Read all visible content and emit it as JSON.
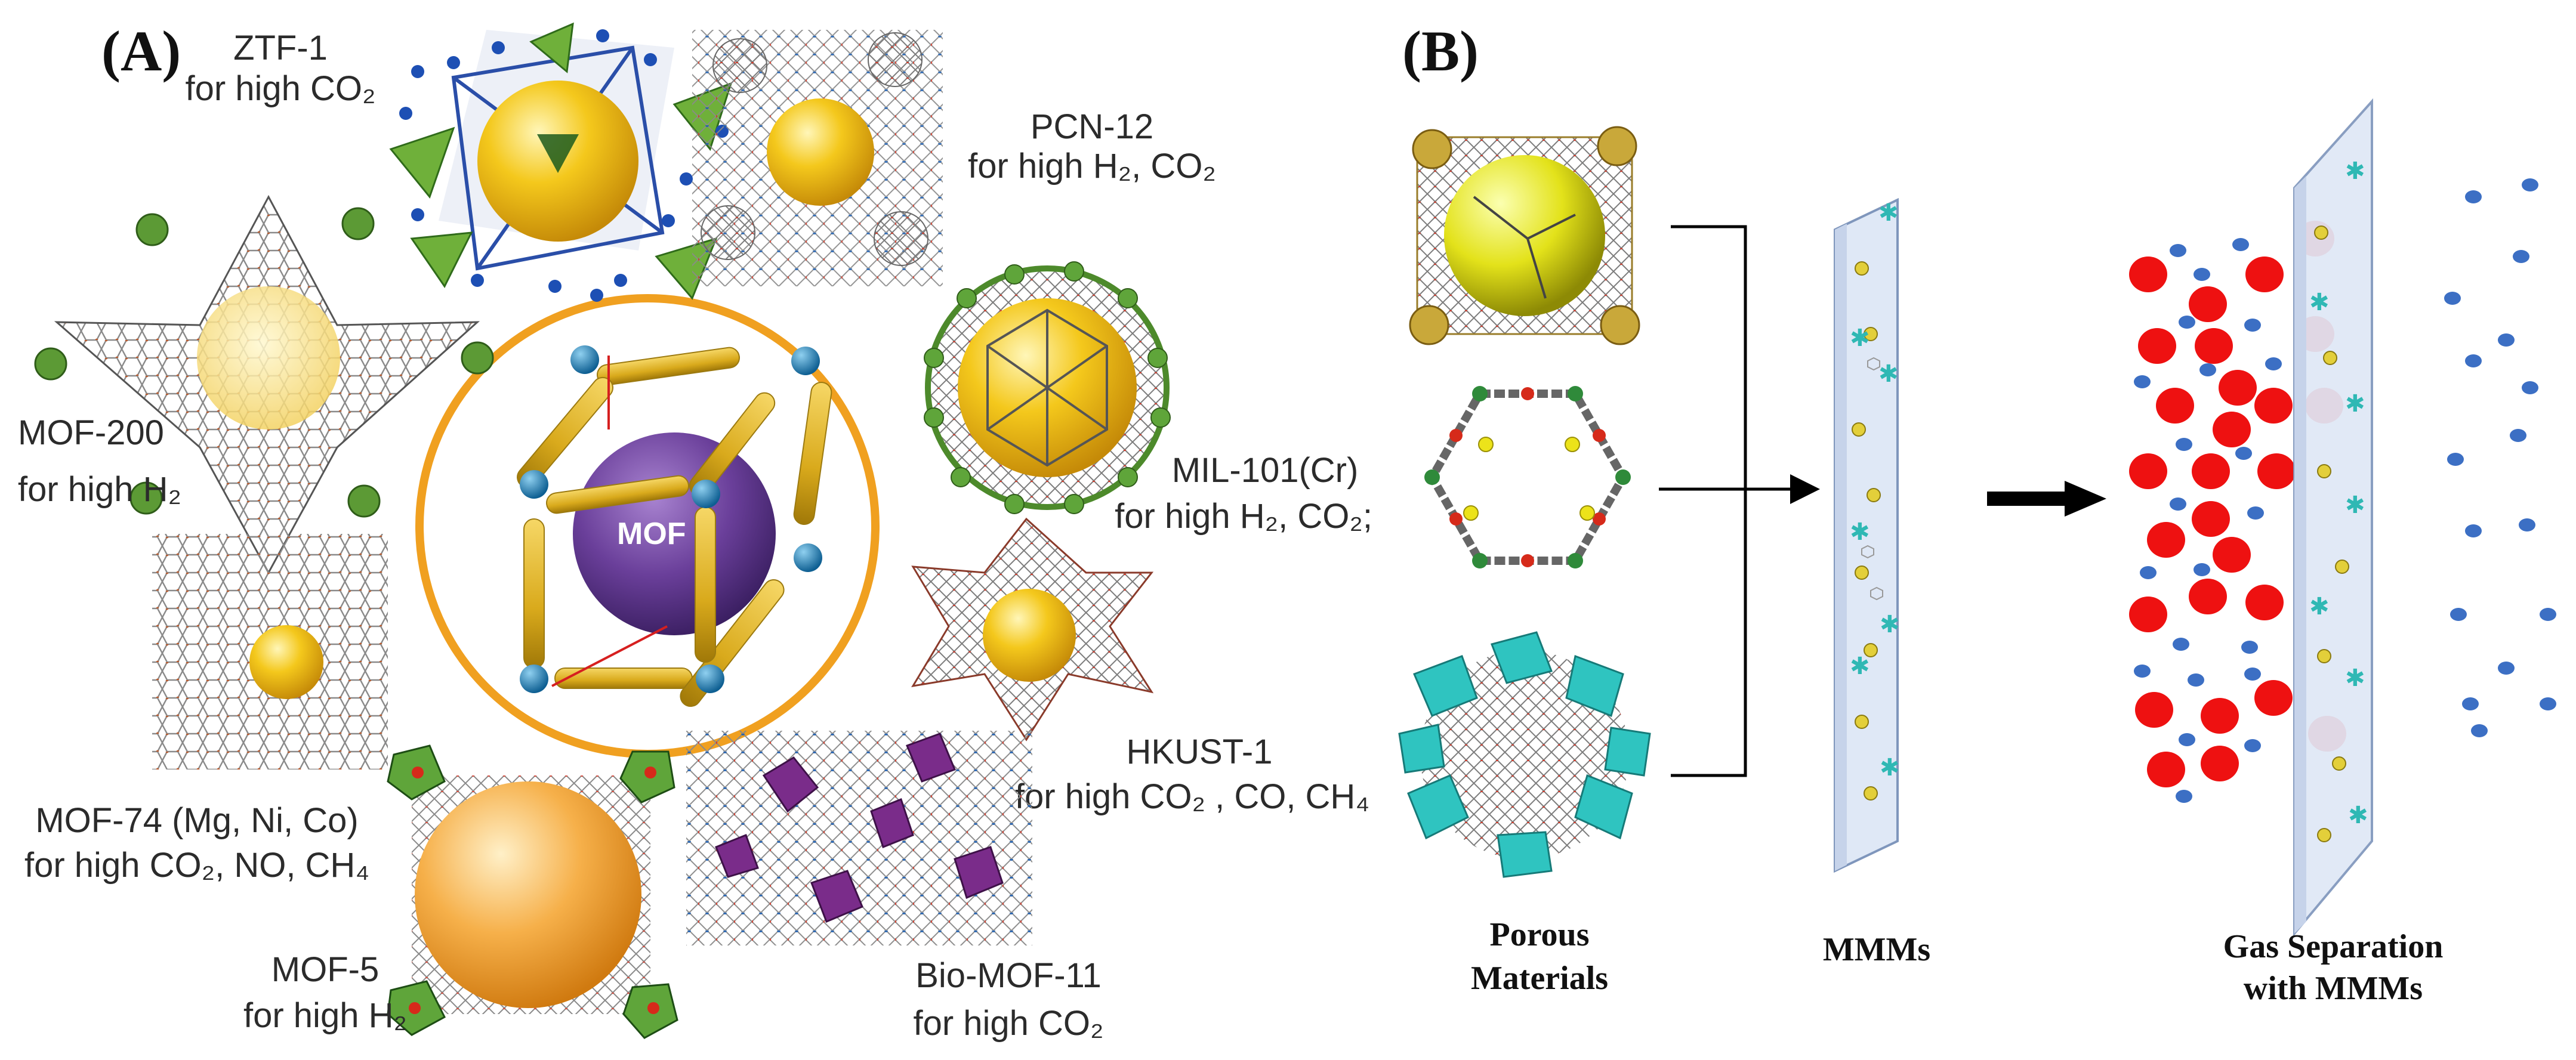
{
  "panel_a": {
    "label": "(A)",
    "center_label": "MOF",
    "structures": [
      {
        "name": "ZTF-1",
        "use": "for high CO₂"
      },
      {
        "name": "PCN-12",
        "use": "for high H₂, CO₂"
      },
      {
        "name": "MOF-200",
        "use": "for high H₂"
      },
      {
        "name": "MIL-101(Cr)",
        "use": "for high H₂, CO₂;"
      },
      {
        "name": "HKUST-1",
        "use": "for high CO₂ , CO, CH₄"
      },
      {
        "name": "MOF-74 (Mg, Ni, Co)",
        "use": "for high CO₂, NO, CH₄"
      },
      {
        "name": "MOF-5",
        "use": "for high H₂"
      },
      {
        "name": "Bio-MOF-11",
        "use": "for high CO₂"
      }
    ]
  },
  "panel_b": {
    "label": "(B)",
    "porous_line1": "Porous",
    "porous_line2": "Materials",
    "mmms": "MMMs",
    "gas_line1": "Gas Separation",
    "gas_line2": "with MMMs"
  },
  "colors": {
    "sphere_yellow": "#f2c318",
    "mof_purple": "#6a3f9a",
    "ring_orange": "#f0a020",
    "node_blue": "#1d86bf",
    "rod_gold": "#d9aa1c",
    "membrane": "#dfe8f6",
    "gas_red": "#ee1111",
    "gas_blue": "#3c6fc4",
    "filler_cyan": "#2fb8b4"
  }
}
